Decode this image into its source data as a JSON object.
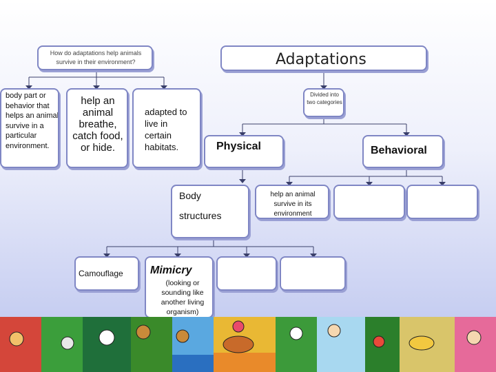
{
  "title": "Adaptations",
  "question": "How do adaptations help animals survive in their environment?",
  "divided": "Divided into two categories",
  "definition": "body part or behavior that helps an animal survive in a particular environment.",
  "help_animal": "help an animal breathe, catch food, or hide.",
  "habitats": "adapted to live in certain habitats.",
  "physical": "Physical",
  "behavioral": "Behavioral",
  "body_1": "Body",
  "body_2": "structures",
  "survive": "help an animal survive in its environment",
  "camouflage": "Camouflage",
  "mimicry": "Mimicry",
  "mimicry_def": "(looking or sounding like another living organism)",
  "colors": {
    "box_border": "#7f86c4",
    "box_shadow": "#9aa0d4",
    "arrow": "#3a3f6a"
  }
}
